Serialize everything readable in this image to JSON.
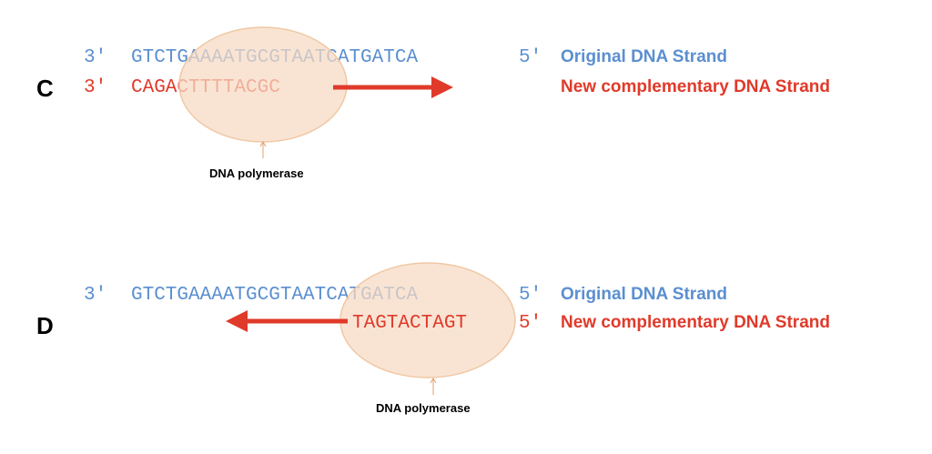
{
  "panels": [
    {
      "letter": "C",
      "original": {
        "left_prime": "3′",
        "sequence": "GTCTGAAAATGCGTAATCATGATCA",
        "right_prime": "5′",
        "label": "Original DNA Strand"
      },
      "new_strand": {
        "left_prime": "3′",
        "sequence": "CAGACTTTTACGC",
        "label": "New complementary DNA Strand"
      },
      "enzyme_label": "DNA polymerase"
    },
    {
      "letter": "D",
      "original": {
        "left_prime": "3′",
        "sequence": "GTCTGAAAATGCGTAATCATGATCA",
        "right_prime": "5′",
        "label": "Original DNA Strand"
      },
      "new_strand": {
        "sequence": "TAGTACTAGT",
        "right_prime": "5′",
        "label": "New complementary DNA Strand"
      },
      "enzyme_label": "DNA polymerase"
    }
  ],
  "colors": {
    "original": "#5b8fd0",
    "new_strand": "#e03a2a",
    "enzyme_fill": "#f7d9c3",
    "enzyme_stroke": "#f0c8a4"
  }
}
